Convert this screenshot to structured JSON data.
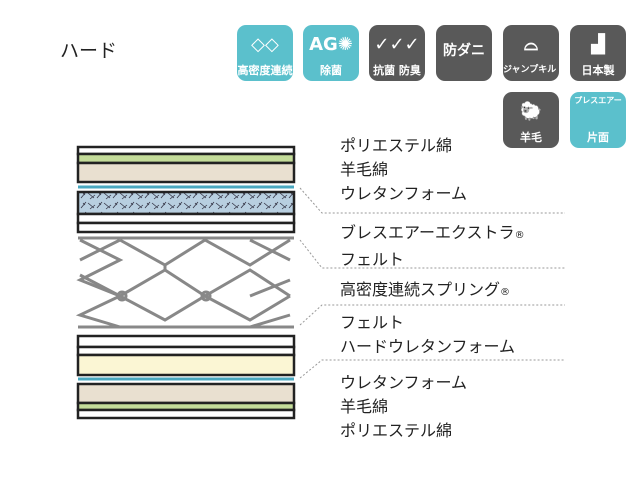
{
  "title": "ハード",
  "badges": [
    {
      "label": "高密度連続",
      "glyph": "◇◇",
      "color": "#5bc0cc"
    },
    {
      "label": "除菌",
      "glyph": "AG✺",
      "color": "#5bc0cc"
    },
    {
      "label": "抗菌 防臭",
      "glyph": "✓✓✓",
      "color": "#595959"
    },
    {
      "label": "",
      "glyph": "防ダニ",
      "color": "#595959"
    },
    {
      "label": "ジャンプキルト",
      "glyph": "⌓",
      "color": "#595959"
    },
    {
      "label": "日本製",
      "glyph": "▟",
      "color": "#595959"
    },
    {
      "label": "羊毛",
      "glyph": "🐑",
      "color": "#595959"
    },
    {
      "label": "片面",
      "glyph": "プレスエアー",
      "color": "#5bc0cc"
    }
  ],
  "labels": {
    "top": [
      "ポリエステル綿",
      "羊毛綿",
      "ウレタンフォーム"
    ],
    "breathair": [
      "ブレスエアーエクストラ",
      "フェルト"
    ],
    "spring": "高密度連続スプリング",
    "hard": [
      "フェルト",
      "ハードウレタンフォーム"
    ],
    "bottom": [
      "ウレタンフォーム",
      "羊毛綿",
      "ポリエステル綿"
    ],
    "registered": "®"
  }
}
